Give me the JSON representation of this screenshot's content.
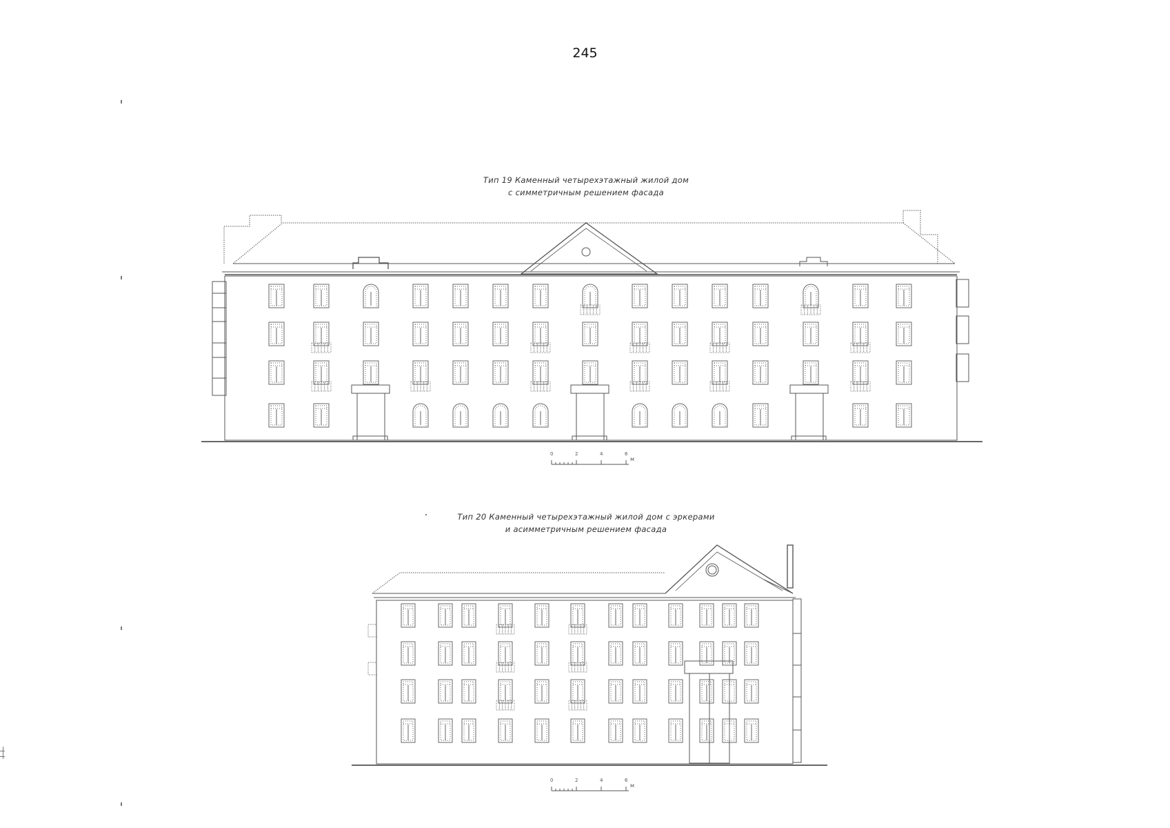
{
  "page": {
    "number": "245"
  },
  "figures": [
    {
      "id": "type-19",
      "caption_line1": "Тип 19 Каменный четырехэтажный жилой дом",
      "caption_line2": "с симметричным решением фасада",
      "scale_numbers": [
        "0",
        "2",
        "4",
        "6"
      ],
      "scale_unit": "м"
    },
    {
      "id": "type-20",
      "caption_line1": "Тип 20 Каменный четырехэтажный жилой дом с эркерами",
      "caption_line2": "и асимметричным решением фасада",
      "scale_numbers": [
        "0",
        "2",
        "4",
        "6"
      ],
      "scale_unit": "м"
    }
  ]
}
